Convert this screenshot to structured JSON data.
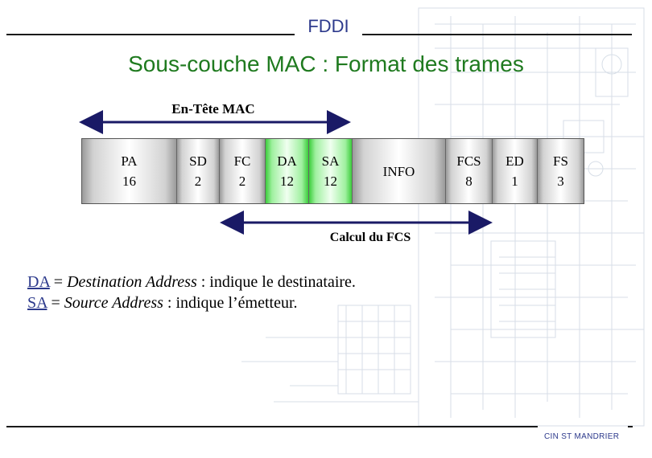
{
  "header": {
    "title": "FDDI"
  },
  "slide_title": "Sous-couche MAC : Format des trames",
  "labels": {
    "en_tete": "En-Tête MAC",
    "calcul": "Calcul du FCS"
  },
  "frame_fields": [
    {
      "name": "PA",
      "size": "16",
      "highlight": false
    },
    {
      "name": "SD",
      "size": "2",
      "highlight": false
    },
    {
      "name": "FC",
      "size": "2",
      "highlight": false
    },
    {
      "name": "DA",
      "size": "12",
      "highlight": true
    },
    {
      "name": "SA",
      "size": "12",
      "highlight": true
    },
    {
      "name": "INFO",
      "size": "",
      "highlight": false
    },
    {
      "name": "FCS",
      "size": "8",
      "highlight": false
    },
    {
      "name": "ED",
      "size": "1",
      "highlight": false
    },
    {
      "name": "FS",
      "size": "3",
      "highlight": false
    }
  ],
  "notes": [
    {
      "abbr": "DA",
      "eq": " = ",
      "term": "Destination Address",
      "desc": " : indique le destinataire."
    },
    {
      "abbr": "SA",
      "eq": " = ",
      "term": "Source Address",
      "desc": " : indique l’émetteur."
    }
  ],
  "footer": {
    "text": "CIN ST MANDRIER"
  },
  "colors": {
    "header": "#2d3a8c",
    "title": "#1f7a1f",
    "highlight_field": "#3ccd3c",
    "field": "#d2d2d2"
  }
}
